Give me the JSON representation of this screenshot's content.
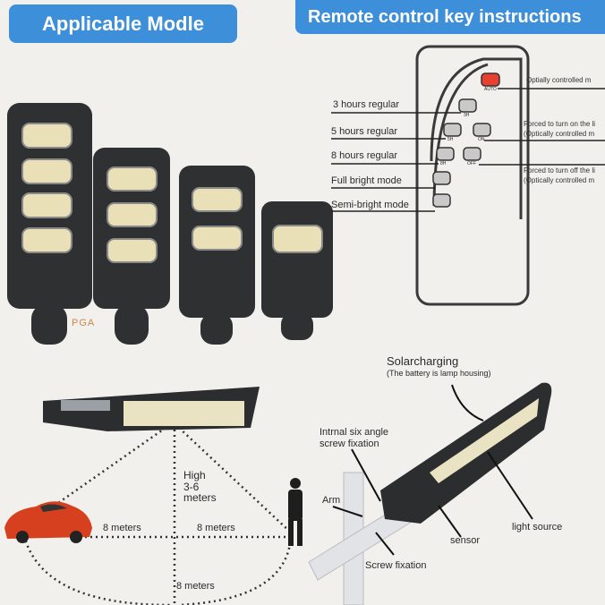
{
  "headers": {
    "applicable": "Applicable Modle",
    "remote": "Remote control key instructions"
  },
  "watermark": "PGA",
  "remote": {
    "left_labels": [
      "3 hours regular",
      "5 hours regular",
      "8 hours regular",
      "Full bright mode",
      "Semi-bright mode"
    ],
    "button_labels": [
      "AUTO",
      "3H",
      "5H",
      "ON",
      "8H",
      "OFF"
    ],
    "right_labels": {
      "auto": "Optially controlled m",
      "on_1": "Forced to turn on the li",
      "on_2": "(Optically controlled m",
      "off_1": "Forced to turn off the li",
      "off_2": "(Optically controlled m"
    },
    "auto_color": "#e8402e"
  },
  "install": {
    "height_1": "High",
    "height_2": "3-6",
    "height_3": "meters",
    "dist_left": "8 meters",
    "dist_right": "8 meters",
    "dist_bottom": "8 meters"
  },
  "parts": {
    "solar": "Solarcharging",
    "solar_note": "(The battery is lamp housing)",
    "screw_internal_1": "Intrnal six angle",
    "screw_internal_2": "screw fixation",
    "arm": "Arm",
    "sensor": "sensor",
    "light_source": "light source",
    "screw_fixation": "Screw fixation"
  }
}
